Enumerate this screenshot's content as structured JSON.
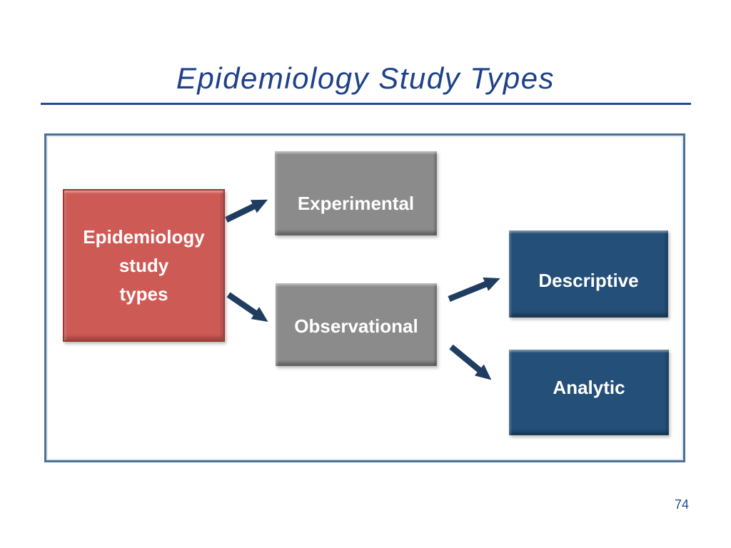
{
  "slide": {
    "title": "Epidemiology Study Types",
    "page_number": "74"
  },
  "colors": {
    "title_color": "#1e4189",
    "rule_color": "#1f4a8f",
    "frame_border": "#4c7096",
    "arrow_color": "#1f3c61",
    "root_fill": "#ce5a55",
    "root_border": "#a03430",
    "branch_fill": "#8b8b8b",
    "leaf_fill": "#234f78",
    "node_text": "#ffffff",
    "page_number_color": "#24469a"
  },
  "diagram": {
    "nodes": [
      {
        "id": "root",
        "label": "Epidemiology\nstudy\ntypes"
      },
      {
        "id": "experimental",
        "label": "Experimental"
      },
      {
        "id": "observational",
        "label": "Observational"
      },
      {
        "id": "descriptive",
        "label": "Descriptive"
      },
      {
        "id": "analytic",
        "label": "Analytic"
      }
    ],
    "edges": [
      {
        "from": "root",
        "to": "experimental"
      },
      {
        "from": "root",
        "to": "observational"
      },
      {
        "from": "observational",
        "to": "descriptive"
      },
      {
        "from": "observational",
        "to": "analytic"
      }
    ]
  }
}
